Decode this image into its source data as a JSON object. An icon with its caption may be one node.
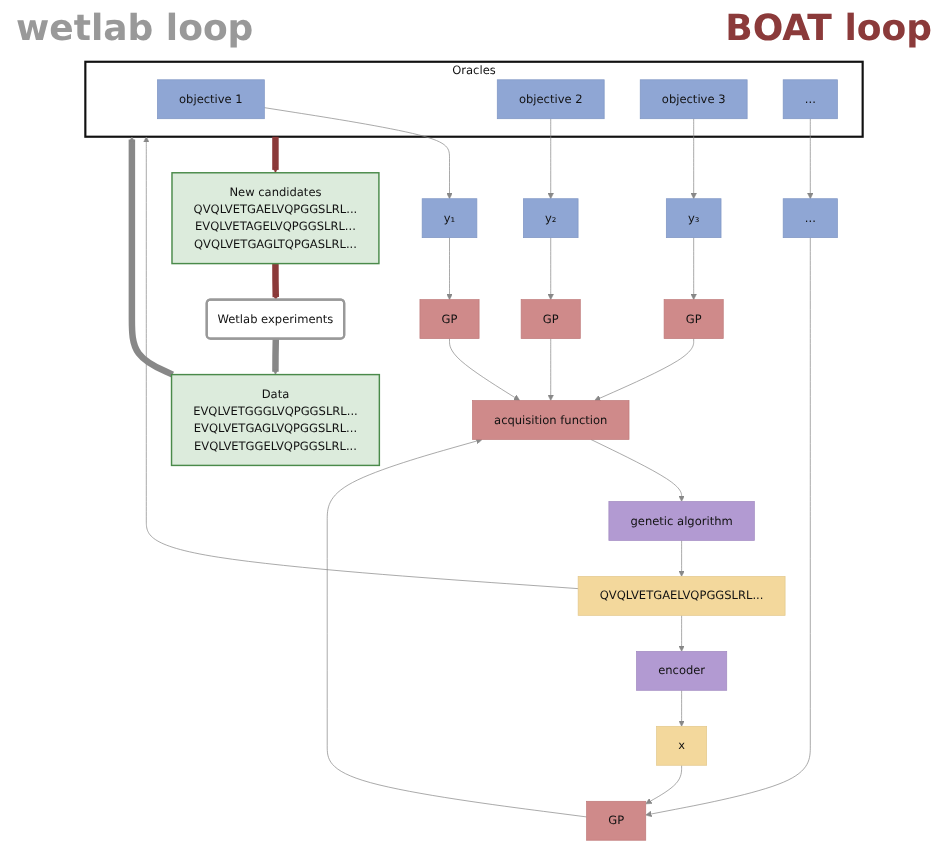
{
  "diagram": {
    "nodes": [
      {
        "text": [
          "Oracles"
        ]
      },
      {
        "text": [
          "objective 1"
        ],
        "in": 0
      },
      {
        "text": [
          "objective 2"
        ],
        "in": 0
      },
      {
        "text": [
          "objective 3"
        ],
        "in": 0
      },
      {
        "text": [
          "..."
        ],
        "in": 0
      },
      {
        "text": [
          "y₁"
        ]
      },
      {
        "text": [
          "y₂"
        ]
      },
      {
        "text": [
          "y₃"
        ]
      },
      {
        "text": [
          "..."
        ]
      },
      {
        "text": [
          "GP"
        ]
      },
      {
        "text": [
          "GP"
        ]
      },
      {
        "text": [
          "GP"
        ]
      },
      {
        "text": [
          "GP"
        ]
      },
      {
        "text": [
          "acquisition function"
        ]
      },
      {
        "text": [
          "genetic algorithm"
        ]
      },
      {
        "text": [
          "encoder"
        ]
      },
      {
        "text": [
          "x"
        ]
      },
      {
        "text": [
          "QVQLVETGAELVQPGGSLRL..."
        ]
      },
      {
        "text": [
          "New candidates",
          "QVQLVETGAELVQPGGSLRL...",
          "EVQLVETAGELVQPGGSLRL...",
          "QVQLVETGAGLTQPGASLRL..."
        ]
      },
      {
        "text": [
          "Data",
          "EVQLVETGGGLVQPGGSLRL...",
          "EVQLVETGAGLVQPGGSLRL...",
          "EVQLVETGGELVQPGGSLRL..."
        ]
      },
      {
        "text": [
          "Wetlab experiments"
        ]
      }
    ],
    "edges": [
      {
        "from": 1,
        "to": 5,
        "arrow": "to"
      },
      {
        "from": 2,
        "to": 6,
        "arrow": "to"
      },
      {
        "from": 3,
        "to": 7,
        "arrow": "to"
      },
      {
        "from": 4,
        "to": 8,
        "arrow": "to"
      },
      {
        "from": 5,
        "to": 9,
        "arrow": "to"
      },
      {
        "from": 6,
        "to": 10,
        "arrow": "to"
      },
      {
        "from": 7,
        "to": 11,
        "arrow": "to"
      },
      {
        "from": 8,
        "to": 12,
        "arrow": "to"
      },
      {
        "from": 9,
        "to": 13,
        "arrow": "to"
      },
      {
        "from": 10,
        "to": 13,
        "arrow": "to"
      },
      {
        "from": 11,
        "to": 13,
        "arrow": "to"
      },
      {
        "from": 12,
        "to": 13,
        "arrow": "to"
      },
      {
        "from": 13,
        "to": 14,
        "arrow": "to"
      },
      {
        "from": 14,
        "to": 17,
        "arrow": "to"
      },
      {
        "from": 15,
        "to": 16,
        "arrow": "to"
      },
      {
        "from": 16,
        "to": 12,
        "arrow": "to"
      },
      {
        "from": 17,
        "to": 15,
        "arrow": "to"
      },
      {
        "from": 17,
        "to": 0,
        "arrow": "to"
      },
      {
        "from": 0,
        "to": 18,
        "arrow": "to",
        "style": "thick",
        "color": "#8b3a3a"
      },
      {
        "from": 18,
        "to": 20,
        "arrow": "to",
        "style": "thick",
        "color": "#8b3a3a"
      },
      {
        "from": 20,
        "to": 19,
        "arrow": "to",
        "style": "thick"
      },
      {
        "from": 19,
        "to": 0,
        "arrow": "to",
        "style": "thick"
      }
    ],
    "labels": [
      "BOAT loop",
      "wetlab loop"
    ]
  }
}
